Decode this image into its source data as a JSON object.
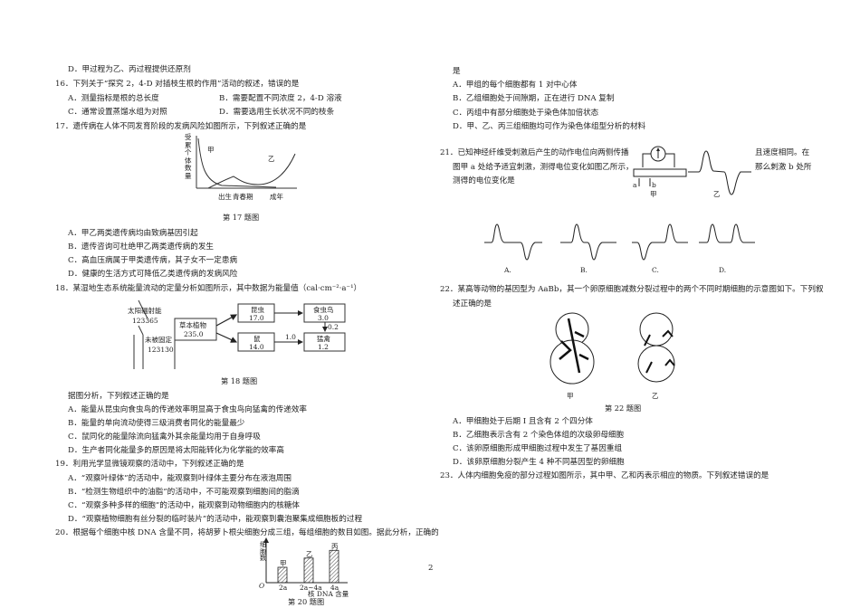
{
  "page_number": "2",
  "left": {
    "q15d": "D．甲过程为乙、丙过程提供还原剂",
    "q16": {
      "stem": "16．下列关于“探究 2，4-D 对插枝生根的作用”活动的叙述，错误的是",
      "A": "A．测量指标是根的总长度",
      "B": "B．需要配置不同浓度 2，4-D 溶液",
      "C": "C．通常设置蒸馏水组为对照",
      "D": "D．需要选用生长状况不同的枝条"
    },
    "q17": {
      "stem": "17．遗传病在人体不同发育阶段的发病风险如图所示，下列叙述正确的是",
      "figure": {
        "ylabel": "受累个体数量",
        "curve1": "甲",
        "curve2": "乙",
        "x_labels": [
          "出生",
          "青春期",
          "成年"
        ],
        "caption": "第 17 题图"
      },
      "A": "A．甲乙两类遗传病均由致病基因引起",
      "B": "B．遗传咨询可杜绝甲乙两类遗传病的发生",
      "C": "C．高血压病属于甲类遗传病，其子女不一定患病",
      "D": "D．健康的生活方式可降低乙类遗传病的发病风险"
    },
    "q18": {
      "stem": "18．某湿地生态系统能量流动的定量分析如图所示，其中数据为能量值（cal·cm⁻²·a⁻¹）",
      "figure": {
        "solar_label": "太阳辐射能",
        "solar_value": "123365",
        "unfixed_label": "未被固定",
        "unfixed_value": "123130",
        "plant": "草本植物",
        "plant_value": "235.0",
        "insect": "昆虫",
        "insect_value": "17.0",
        "bird": "食虫鸟",
        "bird_value": "3.0",
        "mouse": "鼠",
        "mouse_value": "14.0",
        "raptor": "猛禽",
        "raptor_value": "1.2",
        "flow_mouse_raptor": "1.0",
        "flow_bird_raptor": "0.2",
        "caption": "第 18 题图"
      },
      "lead": "据图分析，下列叙述正确的是",
      "A": "A．能量从昆虫向食虫鸟的传递效率明显高于食虫鸟向猛禽的传递效率",
      "B": "B．能量的单向流动使得三级消费者同化的能量最少",
      "C": "C．鼠同化的能量除流向猛禽外其余能量均用于自身呼吸",
      "D": "D．生产者同化能量多的原因是将太阳能转化为化学能的效率高"
    },
    "q19": {
      "stem": "19．利用光学显微镜观察的活动中，下列叙述正确的是",
      "A": "A．“观察叶绿体”的活动中，能观察到叶绿体主要分布在液泡周围",
      "B": "B．“检测生物组织中的油脂”的活动中，不可能观察到细胞间的脂滴",
      "C": "C．“观察多种多样的细胞”的活动中，能观察到动物细胞内的核糖体",
      "D": "D．“观察植物细胞有丝分裂的临时装片”的活动中，能观察到囊泡聚集成细胞板的过程"
    },
    "q20": {
      "stem": "20．根据每个细胞中核 DNA 含量不同，将胡萝卜根尖细胞分成三组，每组细胞的数目如图。据此分析，正确的",
      "figure": {
        "ylabel": "细胞数",
        "xlabel": "核 DNA 含量",
        "origin": "O",
        "caption": "第 20 题图"
      }
    }
  },
  "chart_data": {
    "type": "bar",
    "categories": [
      "2a",
      "2a~4a",
      "4a"
    ],
    "series_labels": [
      "甲",
      "乙",
      "丙"
    ],
    "values": [
      1,
      1.6,
      2.1
    ],
    "xlabel": "核 DNA 含量",
    "ylabel": "细胞数"
  },
  "right": {
    "q20_cont": "是",
    "q20": {
      "A": "A．甲组的每个细胞都有 1 对中心体",
      "B": "B．乙组细胞处于间隙期，正在进行 DNA 复制",
      "C": "C．丙组中有部分细胞处于染色体加倍状态",
      "D": "D．甲、乙、丙三组细胞均可作为染色体组型分析的材料"
    },
    "q21": {
      "line1": "21．已知神经纤维受刺激后产生的动作电位向两侧传播",
      "line1b": "且速度相同。在",
      "line2": "图甲 a 处给予适宜刺激，测得电位变化如图乙所示，",
      "line2b": "那么刺激 b 处所",
      "line3": "测得的电位变化是",
      "fig_a": "a",
      "fig_b": "b",
      "fig_jia": "甲",
      "fig_yi": "乙",
      "options": [
        "A.",
        "B.",
        "C.",
        "D."
      ]
    },
    "q22": {
      "line1": "22．某高等动物的基因型为 AaBb，其一个卵原细胞减数分裂过程中的两个不同时期细胞的示意图如下。下列叙",
      "line2": "述正确的是",
      "fig_jia": "甲",
      "fig_yi": "乙",
      "caption": "第 22 题图",
      "A": "A．甲细胞处于后期 I 且含有 2 个四分体",
      "B": "B．乙细胞表示含有 2 个染色体组的次级卵母细胞",
      "C": "C．该卵原细胞形成甲细胞过程中发生了基因重组",
      "D": "D．该卵原细胞分裂产生 4 种不同基因型的卵细胞"
    },
    "q23": {
      "stem": "23．人体内细胞免疫的部分过程如图所示，其中甲、乙和丙表示相应的物质。下列叙述错误的是"
    }
  }
}
